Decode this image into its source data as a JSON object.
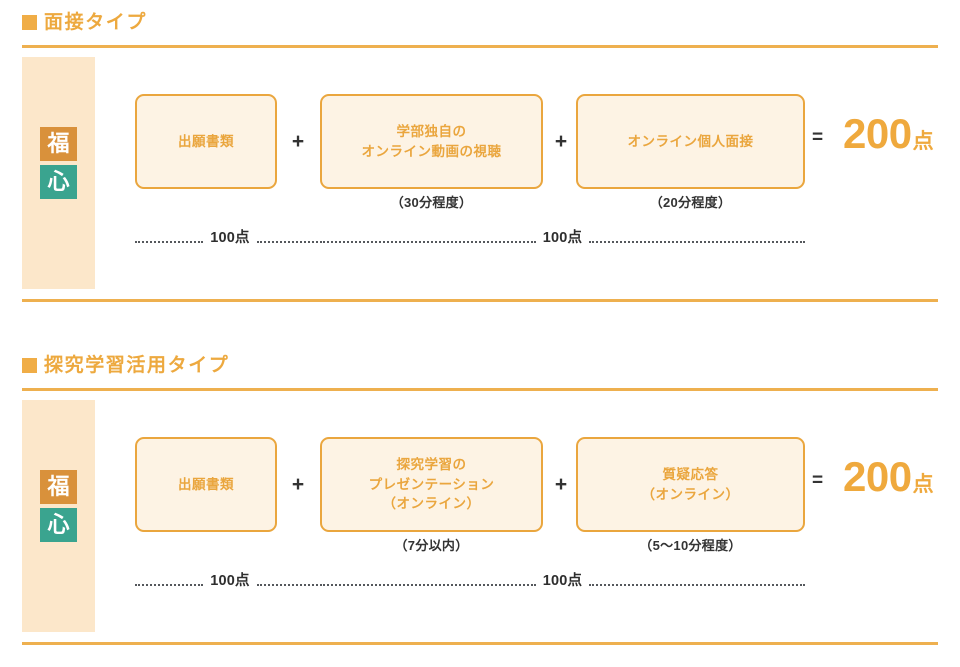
{
  "colors": {
    "accent_orange": "#eda93f",
    "rule_orange": "#eeb04f",
    "box_border": "#eaa63e",
    "box_fill": "#fdf3e4",
    "beige_column": "#fce7ca",
    "badge_orange": "#d9913b",
    "badge_teal": "#3aa48f",
    "total_orange": "#efa93d",
    "dark_text": "#2e2e2e"
  },
  "sections": [
    {
      "square_icon": "filled-square-icon",
      "title": "面接タイプ",
      "badges": [
        {
          "label": "福",
          "style": "orange"
        },
        {
          "label": "心",
          "style": "teal"
        }
      ],
      "boxes": [
        {
          "lines": [
            "出願書類"
          ],
          "note": ""
        },
        {
          "lines": [
            "学部独自の",
            "オンライン動画の視聴"
          ],
          "note": "（30分程度）"
        },
        {
          "lines": [
            "オンライン個人面接"
          ],
          "note": "（20分程度）"
        }
      ],
      "operators": [
        "+",
        "+"
      ],
      "equals": "=",
      "total": {
        "value": "200",
        "unit": "点"
      },
      "measures": [
        {
          "label": "100点"
        },
        {
          "label": "100点"
        }
      ]
    },
    {
      "square_icon": "filled-square-icon",
      "title": "探究学習活用タイプ",
      "badges": [
        {
          "label": "福",
          "style": "orange"
        },
        {
          "label": "心",
          "style": "teal"
        }
      ],
      "boxes": [
        {
          "lines": [
            "出願書類"
          ],
          "note": ""
        },
        {
          "lines": [
            "探究学習の",
            "プレゼンテーション",
            "（オンライン）"
          ],
          "note": "（7分以内）"
        },
        {
          "lines": [
            "質疑応答",
            "（オンライン）"
          ],
          "note": "（5〜10分程度）"
        }
      ],
      "operators": [
        "+",
        "+"
      ],
      "equals": "=",
      "total": {
        "value": "200",
        "unit": "点"
      },
      "measures": [
        {
          "label": "100点"
        },
        {
          "label": "100点"
        }
      ]
    }
  ]
}
